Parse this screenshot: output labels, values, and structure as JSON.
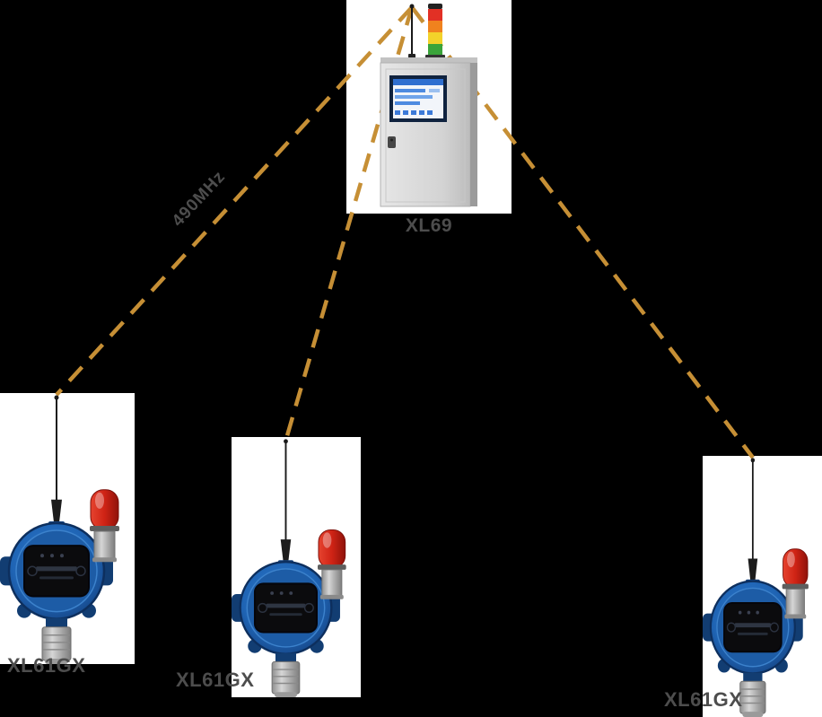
{
  "diagram": {
    "frequency_label": "490MHz",
    "controller": {
      "label": "XL69"
    },
    "detectors": [
      {
        "label": "XL61GX"
      },
      {
        "label": "XL61GX"
      },
      {
        "label": "XL61GX"
      }
    ],
    "colors": {
      "background": "#000000",
      "link_dash": "#c68f35",
      "label_text": "#4d4d4d",
      "detector_body": "#1f64b4",
      "beacon_red": "#d42a1e",
      "cabinet_gray": "#d9d9d9",
      "stack_red": "#e23025",
      "stack_orange": "#f0821e",
      "stack_yellow": "#f3d22a",
      "stack_green": "#3aa43a"
    }
  }
}
